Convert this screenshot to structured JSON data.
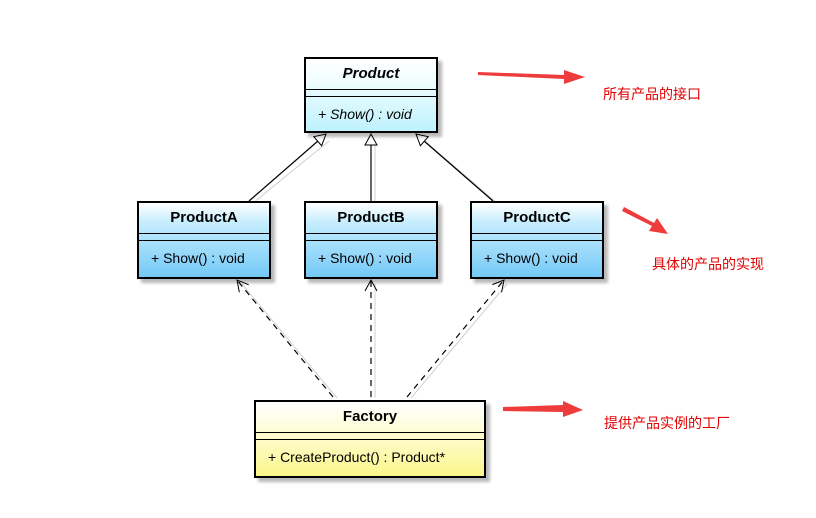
{
  "classes": {
    "product": {
      "name": "Product",
      "operation": "+ Show() : void"
    },
    "productA": {
      "name": "ProductA",
      "operation": "+ Show() : void"
    },
    "productB": {
      "name": "ProductB",
      "operation": "+ Show() : void"
    },
    "productC": {
      "name": "ProductC",
      "operation": "+ Show() : void"
    },
    "factory": {
      "name": "Factory",
      "operation": "+ CreateProduct() : Product*"
    }
  },
  "annotations": {
    "interface_note": "所有产品的接口",
    "concrete_note": "具体的产品的实现",
    "factory_note": "提供产品实例的工厂"
  },
  "colors": {
    "annotation_red": "#e00000",
    "arrow_red": "#ee3b3b",
    "abstract_fill": "#bff2fd",
    "concrete_fill": "#74c9f7",
    "factory_fill": "#fbf78c"
  }
}
